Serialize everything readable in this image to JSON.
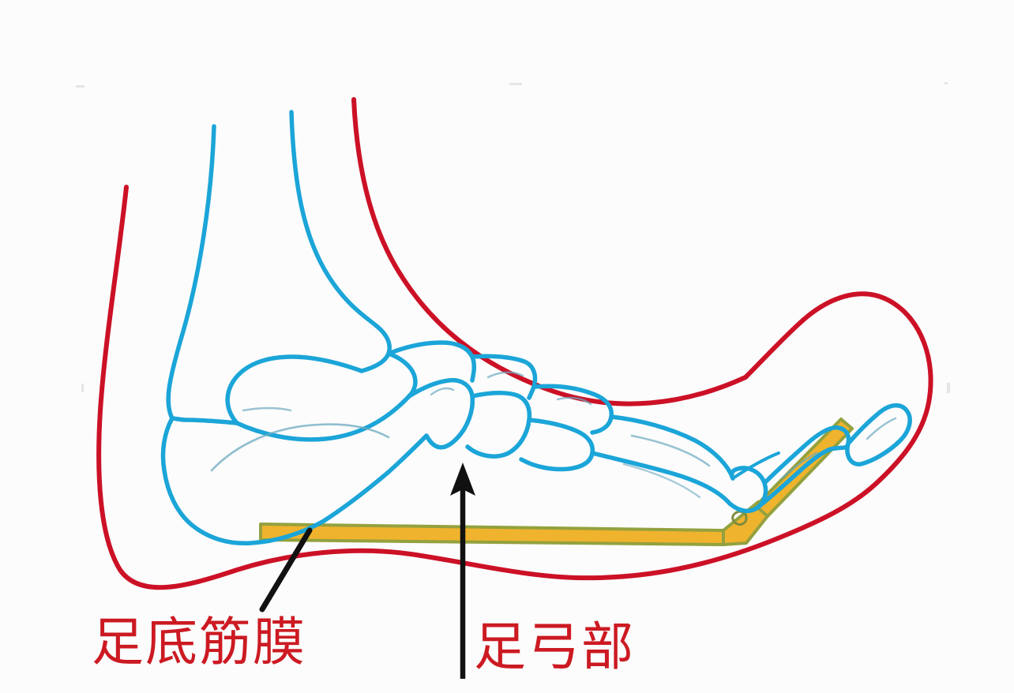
{
  "figure": {
    "title": "foot-lateral-anatomy-diagram",
    "background_color": "#fcfcfc",
    "colors": {
      "skin_outline": "#cc1126",
      "bone_outline": "#1ba5d8",
      "bone_inner": "#5fa9c4",
      "fascia_fill": "#f0b32d",
      "fascia_edge": "#94a13e",
      "pointer": "#111111",
      "label_text": "#cc1a22"
    }
  },
  "labels": [
    {
      "id": "plantar-fascia",
      "text": "足底筋膜",
      "color": "#cc1a22",
      "pointer": "diagonal-line"
    },
    {
      "id": "foot-arch",
      "text": "足弓部",
      "color": "#cc1a22",
      "pointer": "vertical-arrow"
    }
  ],
  "structures": [
    {
      "name": "skin-outline",
      "color": "#cc1126",
      "description": "red contour of foot and lower leg"
    },
    {
      "name": "tibia",
      "color": "#1ba5d8",
      "description": "anterior long bone of lower leg"
    },
    {
      "name": "fibula",
      "color": "#1ba5d8",
      "description": "posterior long bone of lower leg"
    },
    {
      "name": "talus",
      "color": "#1ba5d8",
      "description": "ankle bone"
    },
    {
      "name": "calcaneus",
      "color": "#1ba5d8",
      "description": "heel bone"
    },
    {
      "name": "navicular",
      "color": "#1ba5d8",
      "description": "midfoot bone"
    },
    {
      "name": "cuneiform",
      "color": "#1ba5d8",
      "description": "midfoot bones"
    },
    {
      "name": "cuboid",
      "color": "#1ba5d8",
      "description": "lateral midfoot bone"
    },
    {
      "name": "metatarsal",
      "color": "#1ba5d8",
      "description": "long forefoot bone"
    },
    {
      "name": "phalanx",
      "color": "#1ba5d8",
      "description": "toe bones"
    },
    {
      "name": "sesamoid",
      "color": "#1ba5d8",
      "description": "small bone under metatarsal head"
    },
    {
      "name": "plantar-fascia",
      "color": "#f0b32d",
      "description": "orange band from calcaneus to toe"
    }
  ]
}
